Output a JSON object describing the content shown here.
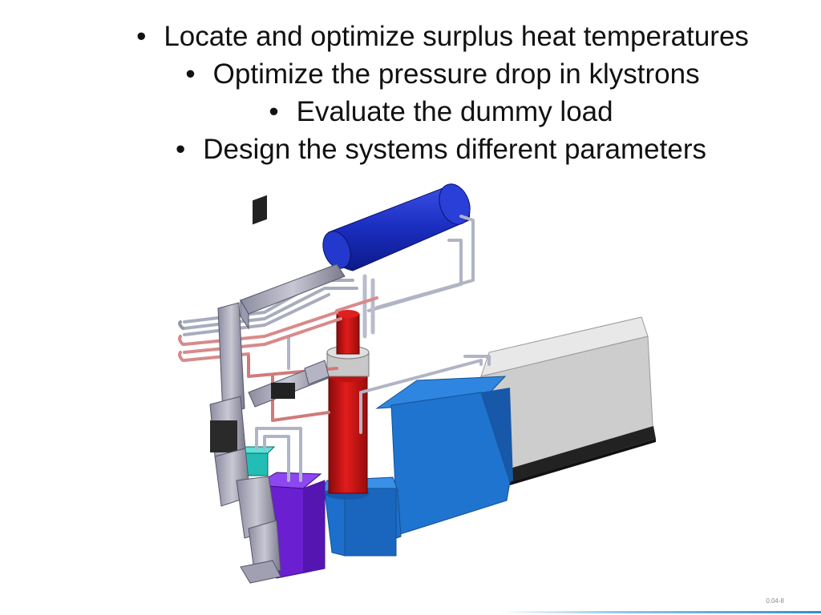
{
  "bullets": [
    {
      "marker": "•",
      "text": "Locate and optimize surplus heat temperatures"
    },
    {
      "marker": "•",
      "text": "Optimize the pressure drop in klystrons"
    },
    {
      "marker": "•",
      "text": "Evaluate the dummy load"
    },
    {
      "marker": "•",
      "text": "Design the systems different parameters"
    }
  ],
  "slide_number": "0.04-8",
  "colors": {
    "background": "#ffffff",
    "cylinder_blue": "#2233cc",
    "base_blue": "#1e6fc8",
    "red_column": "#d01818",
    "grey_cabinet": "#d6d6d6",
    "purple_box": "#6a1fd0",
    "teal_box": "#20b8b0",
    "pipe_grey": "#a8a8b8",
    "pipe_red": "#d88080"
  }
}
